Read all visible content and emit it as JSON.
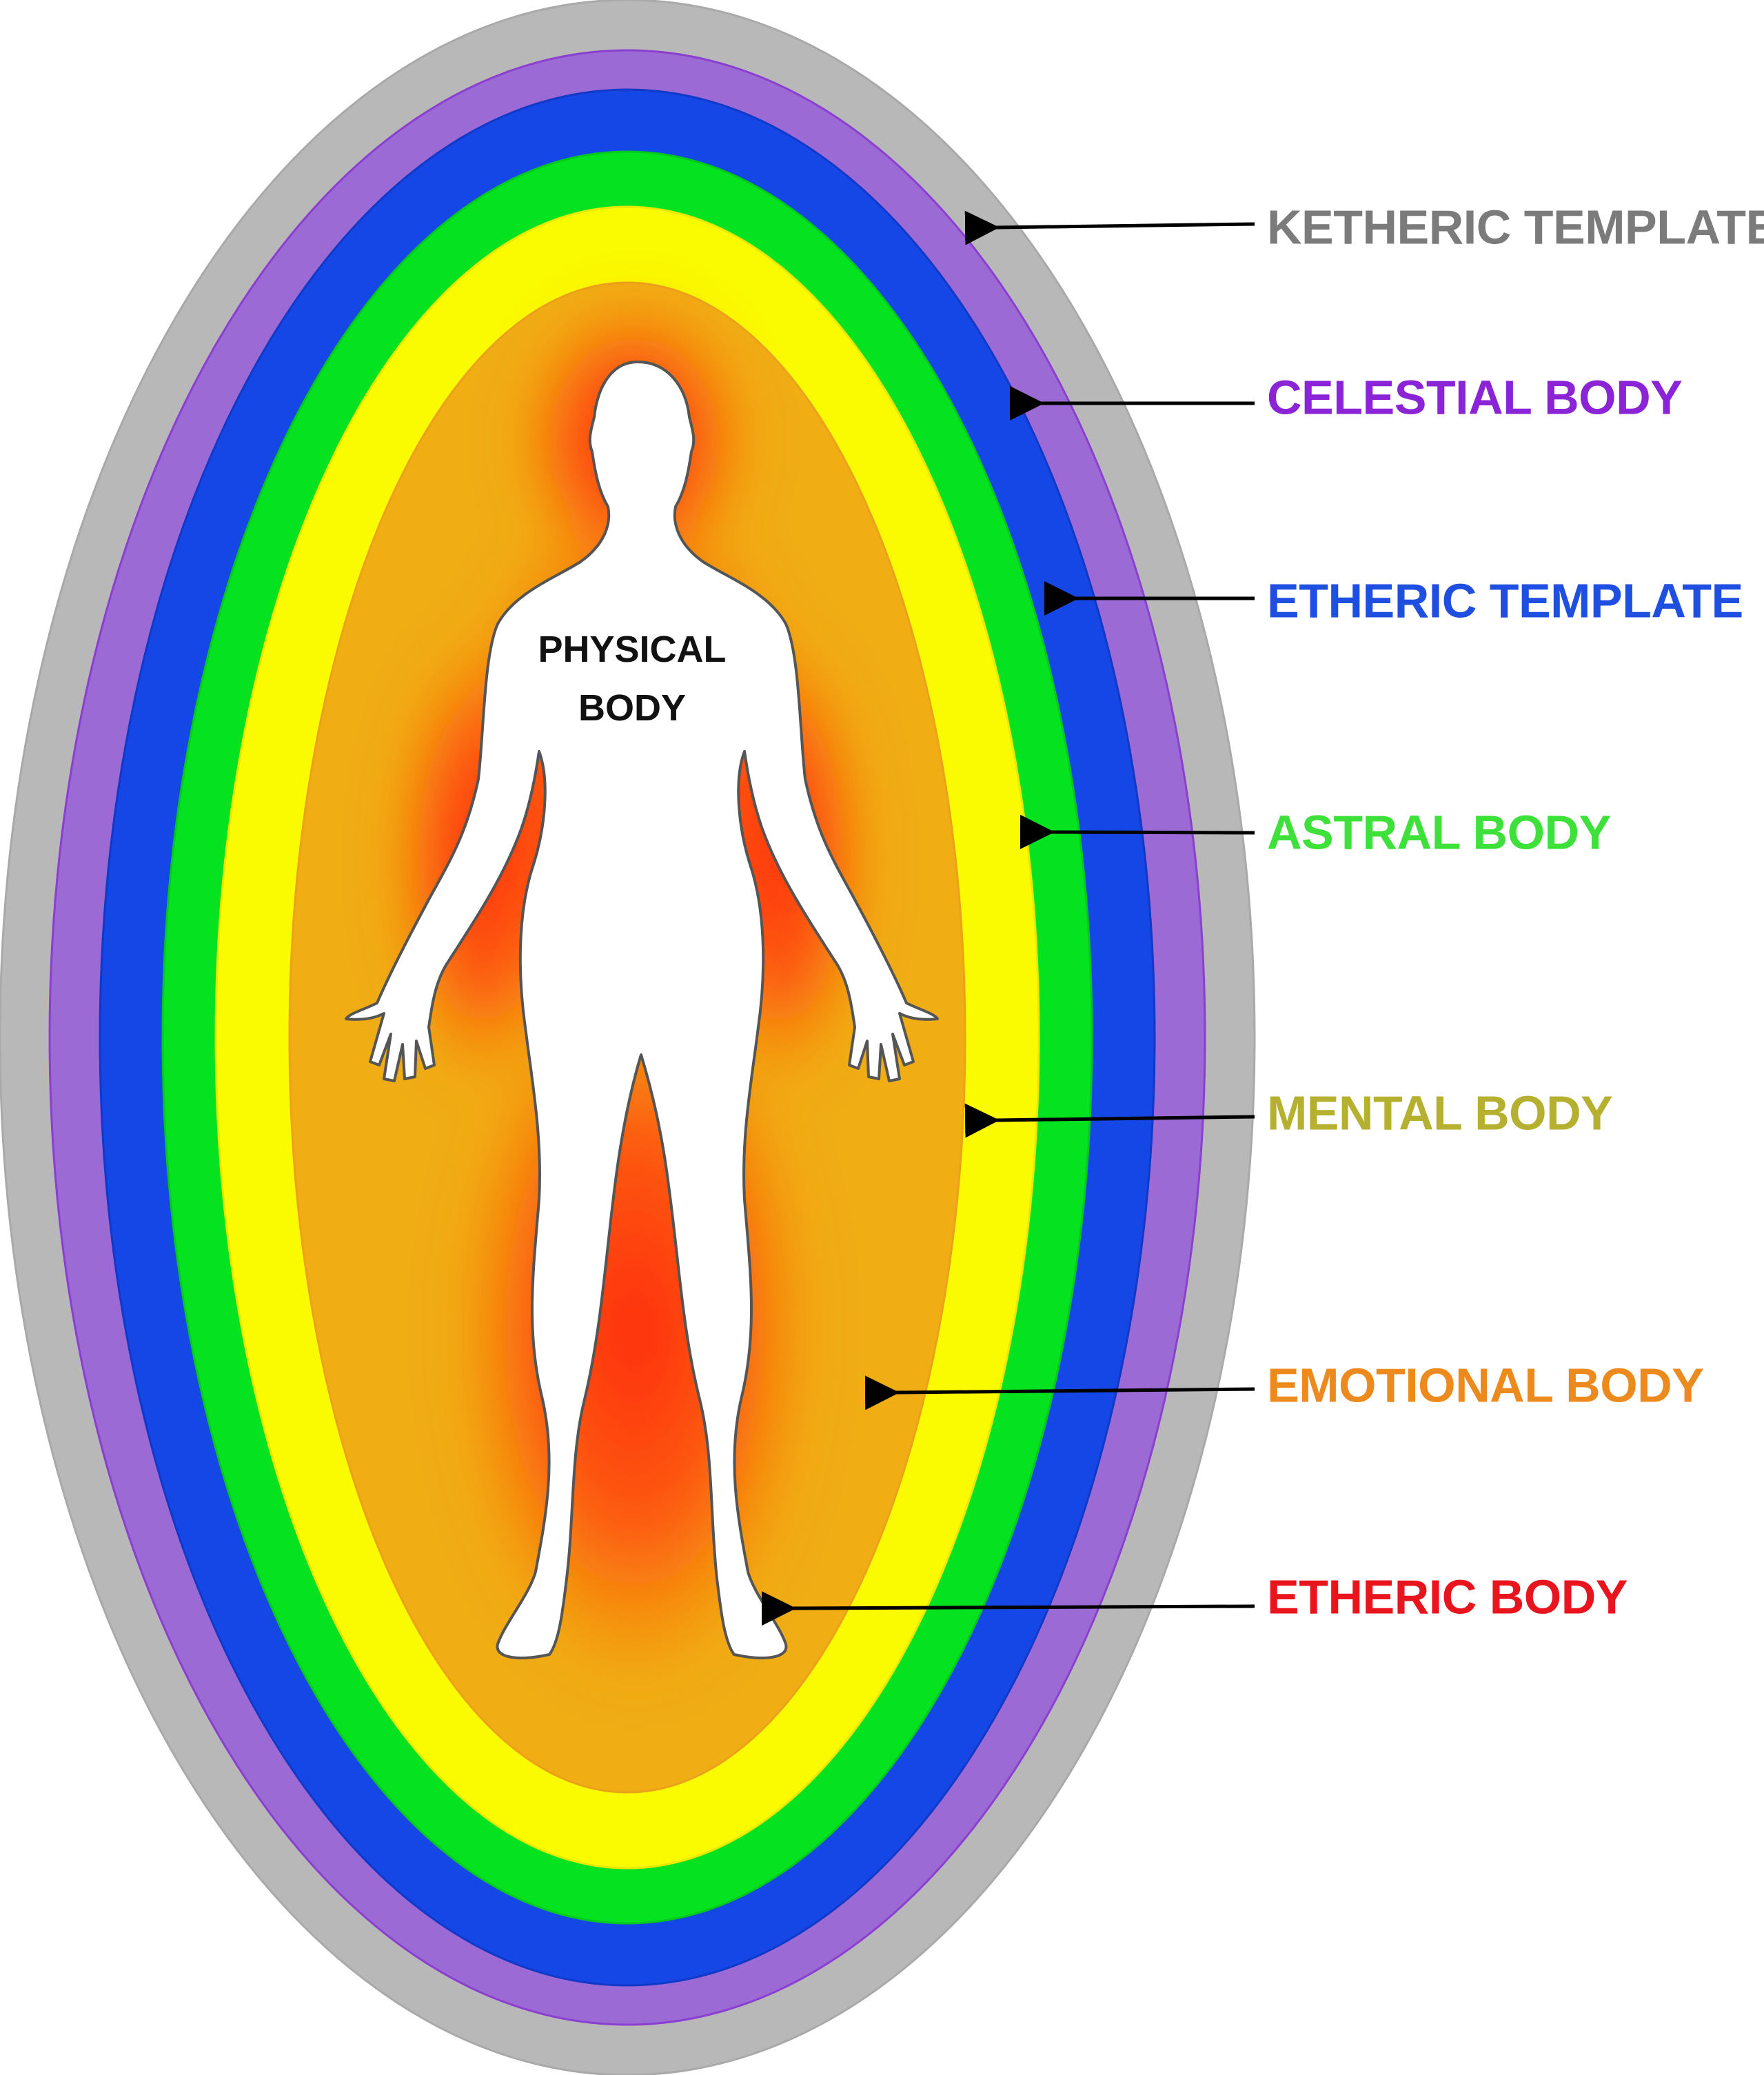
{
  "physical_body": {
    "label_line1": "PHYSICAL",
    "label_line2": "BODY",
    "color": "#ffffff"
  },
  "layers": [
    {
      "id": "ketheric-template",
      "label": "KETHERIC TEMPLATE",
      "text_color": "#7b7b7b",
      "fill_color": "#b8b8b8"
    },
    {
      "id": "celestial-body",
      "label": "CELESTIAL BODY",
      "text_color": "#8a24d6",
      "fill_color": "#9b6ad4"
    },
    {
      "id": "etheric-template",
      "label": "ETHERIC TEMPLATE",
      "text_color": "#1f4fe0",
      "fill_color": "#1547e6"
    },
    {
      "id": "astral-body",
      "label": "ASTRAL BODY",
      "text_color": "#3ee03a",
      "fill_color": "#05e320"
    },
    {
      "id": "mental-body",
      "label": "MENTAL BODY",
      "text_color": "#b5b030",
      "fill_color": "#fafa00"
    },
    {
      "id": "emotional-body",
      "label": "EMOTIONAL BODY",
      "text_color": "#ec8a1e",
      "fill_color": "#f0ad14"
    },
    {
      "id": "etheric-body",
      "label": "ETHERIC BODY",
      "text_color": "#e8151e",
      "fill_color": "#ff3b0f"
    }
  ],
  "arrow_color": "#000000"
}
